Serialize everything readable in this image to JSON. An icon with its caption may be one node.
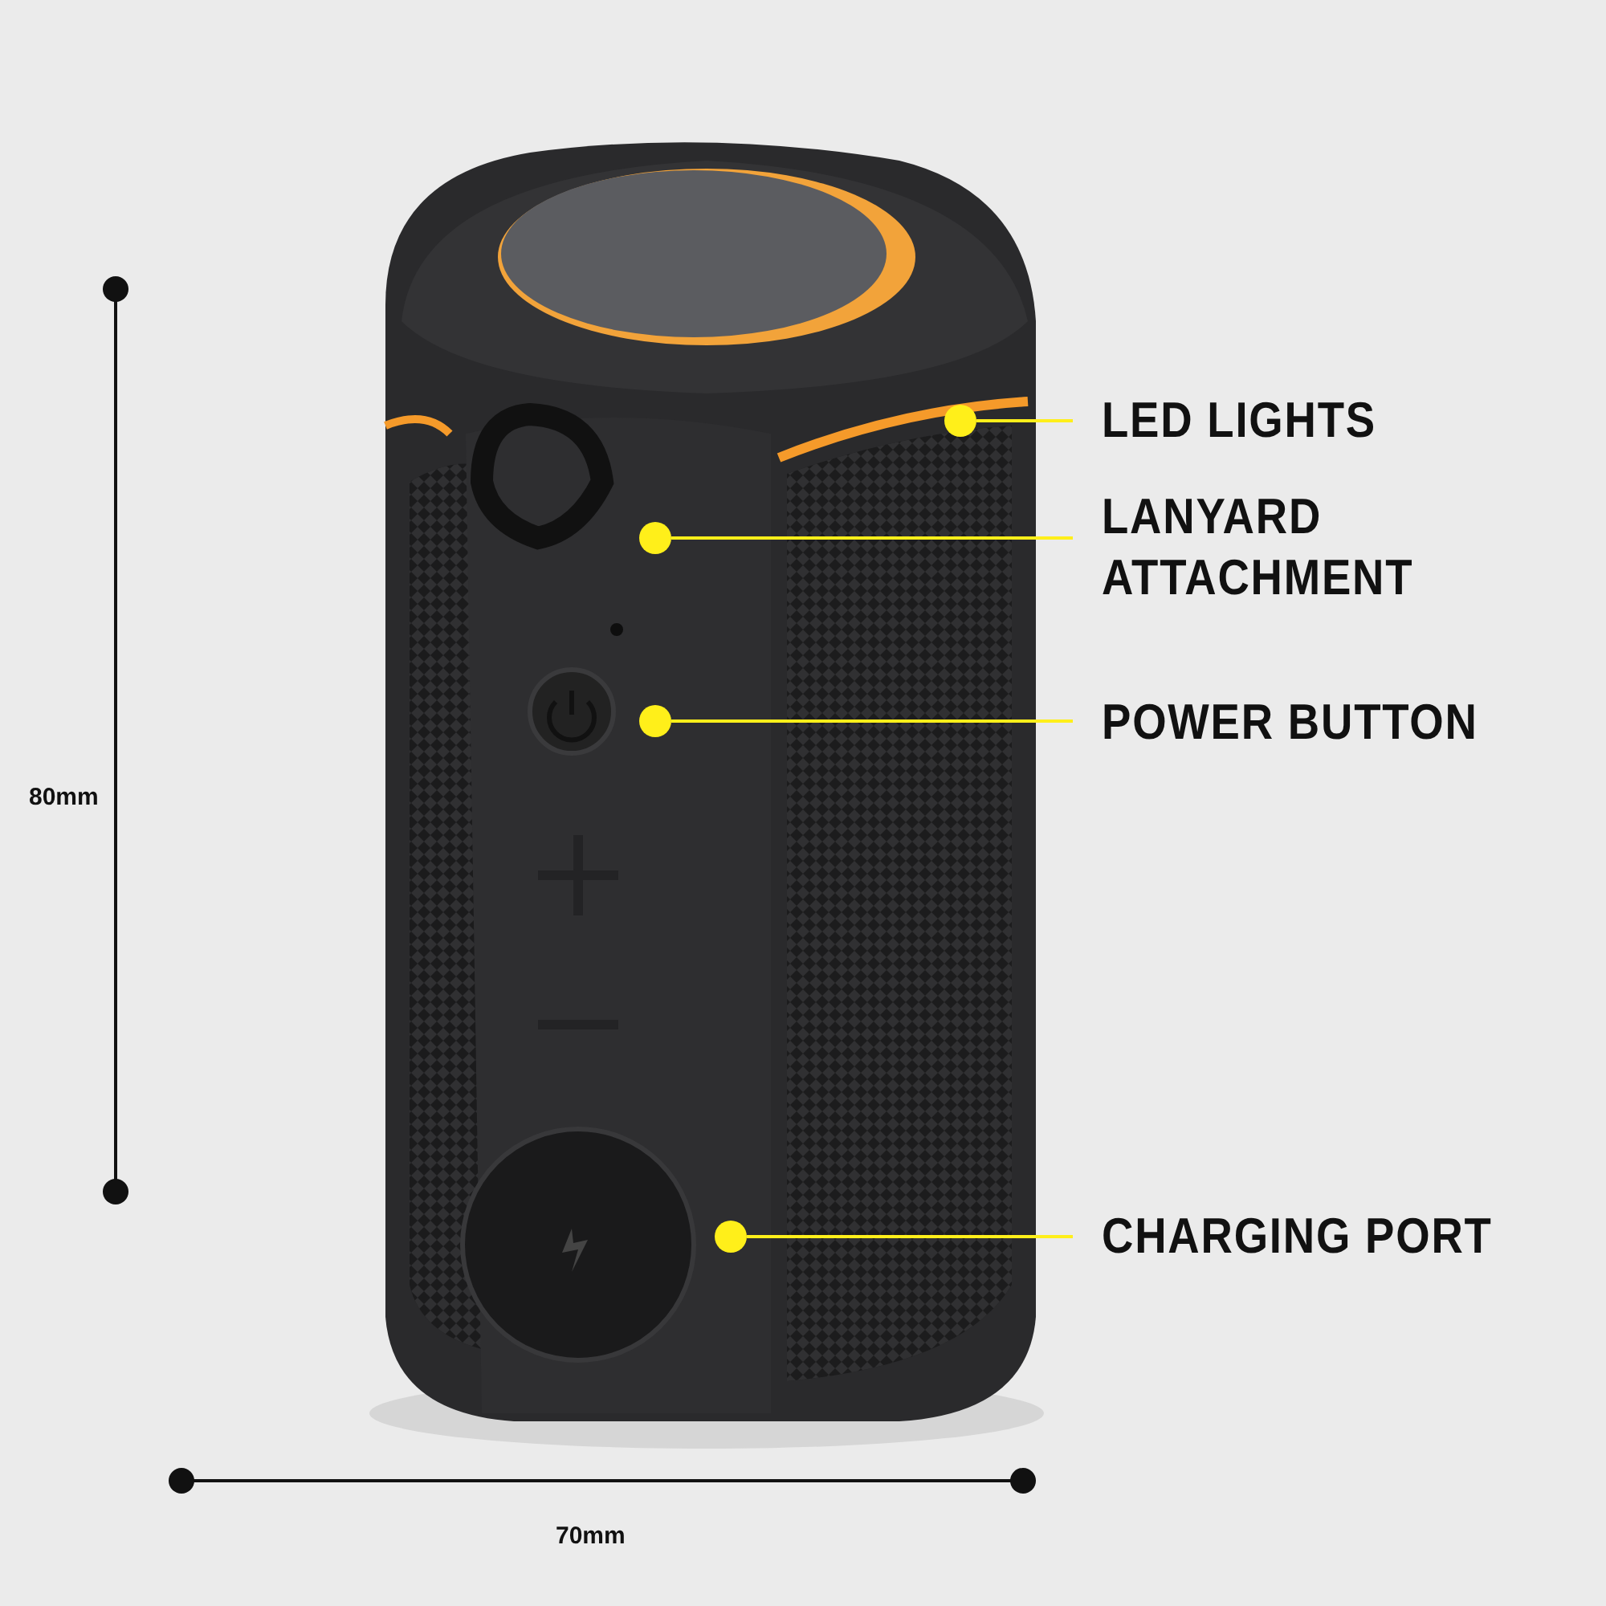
{
  "diagram": {
    "nodes": [
      {
        "text": [
          "LED LIGHTS"
        ]
      },
      {
        "text": [],
        "shape": "circle"
      },
      {
        "text": [
          "LANYARD ATTACHMENT"
        ]
      },
      {
        "text": [],
        "shape": "circle"
      },
      {
        "text": [
          "POWER BUTTON"
        ]
      },
      {
        "text": [],
        "shape": "circle"
      },
      {
        "text": [
          "CHARGING PORT"
        ]
      },
      {
        "text": [],
        "shape": "circle"
      }
    ],
    "edges": [
      {
        "from": 0,
        "to": 1,
        "arrow": "none"
      },
      {
        "from": 2,
        "to": 3,
        "arrow": "none"
      },
      {
        "from": 4,
        "to": 5,
        "arrow": "none"
      },
      {
        "from": 6,
        "to": 7,
        "arrow": "none"
      }
    ],
    "labels": [
      "80mm",
      "70mm"
    ]
  }
}
